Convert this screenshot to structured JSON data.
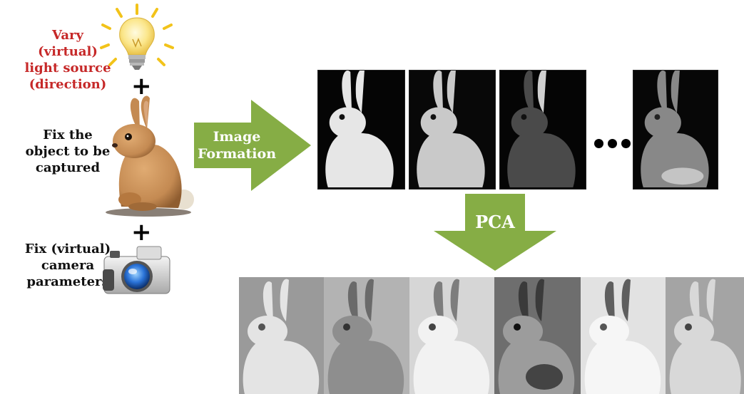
{
  "left_panel": {
    "vary_text": "Vary\n(virtual)\nlight source\n(direction)",
    "object_text": "Fix the\nobject to be\ncaptured",
    "camera_text": "Fix (virtual)\ncamera\nparameters",
    "plus_sign": "+"
  },
  "arrows": {
    "formation_label": "Image\nFormation",
    "pca_label": "PCA"
  },
  "icons": {
    "light": "light-bulb-icon",
    "object": "rabbit-figurine",
    "camera": "camera-icon"
  },
  "colors": {
    "arrow_green": "#86ad45",
    "highlight_red": "#c62828",
    "rabbit_brown": "#c48a52"
  },
  "captured_images": {
    "count_shown": 4,
    "brightness": [
      0.95,
      0.85,
      0.35,
      0.55
    ]
  },
  "principal_components": {
    "count_shown": 6
  }
}
